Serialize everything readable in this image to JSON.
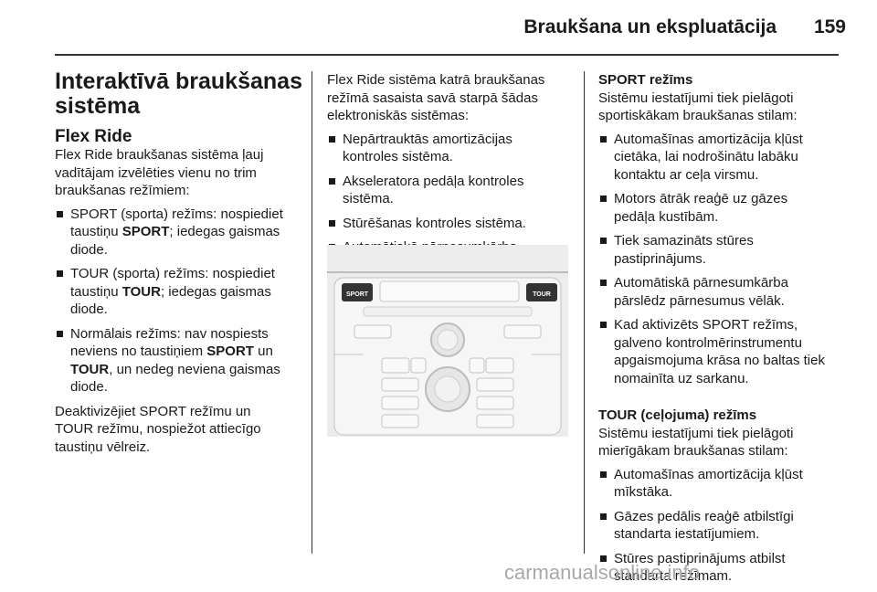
{
  "header": {
    "title": "Braukšana un ekspluatācija",
    "page_number": "159"
  },
  "col1": {
    "section_title_line1": "Interaktīvā braukšanas",
    "section_title_line2": "sistēma",
    "subtitle": "Flex Ride",
    "intro": [
      "Flex Ride braukšanas sistēma ļauj",
      "vadītājam izvēlēties vienu no trim",
      "braukšanas režīmiem:"
    ],
    "bullets": [
      {
        "l1_pre": "SPORT (sporta) režīms: nospiediet",
        "l2_pre": "taustiņu ",
        "l2_bold": "SPORT",
        "l2_post": "; iedegas gaismas",
        "l3": "diode."
      },
      {
        "l1_pre": "TOUR (sporta) režīms: nospiediet",
        "l2_pre": "taustiņu ",
        "l2_bold": "TOUR",
        "l2_post": "; iedegas gaismas",
        "l3": "diode."
      },
      {
        "l1_pre": "Normālais režīms: nav nospiests",
        "l2_pre": "neviens no taustiņiem ",
        "l2_bold": "SPORT",
        "l2_post": " un",
        "l3_bold": "TOUR",
        "l3_post": ", un nedeg neviena gaismas",
        "l4": "diode."
      }
    ],
    "outro": [
      "Deaktivizējiet SPORT režīmu un",
      "TOUR režīmu, nospiežot attiecīgo",
      "taustiņu vēlreiz."
    ]
  },
  "col2": {
    "intro": [
      "Flex Ride sistēma katrā braukšanas",
      "režīmā sasaista savā starpā šādas",
      "elektroniskās sistēmas:"
    ],
    "bullets": [
      [
        "Nepārtrauktās amortizācijas",
        "kontroles sistēma."
      ],
      [
        "Akseleratora pedāļa kontroles",
        "sistēma."
      ],
      [
        "Stūrēšanas kontroles sistēma."
      ],
      [
        "Automātiskā pārnesumkārba."
      ]
    ],
    "figure": {
      "button_sport": "SPORT",
      "button_tour": "TOUR",
      "background_color": "#ececec"
    }
  },
  "col3": {
    "sport_heading": "SPORT režīms",
    "sport_intro": [
      "Sistēmu iestatījumi tiek pielāgoti",
      "sportiskākam braukšanas stilam:"
    ],
    "sport_bullets": [
      [
        "Automašīnas amortizācija kļūst",
        "cietāka, lai nodrošinātu labāku",
        "kontaktu ar ceļa virsmu."
      ],
      [
        "Motors ātrāk reaģē uz gāzes",
        "pedāļa kustībām."
      ],
      [
        "Tiek samazināts stūres",
        "pastiprinājums."
      ],
      [
        "Automātiskā pārnesumkārba",
        "pārslēdz pārnesumus vēlāk."
      ],
      [
        "Kad aktivizēts SPORT režīms,",
        "galveno kontrolmērinstrumentu",
        "apgaismojuma krāsa no baltas tiek",
        "nomainīta uz sarkanu."
      ]
    ],
    "tour_heading": "TOUR (ceļojuma) režīms",
    "tour_intro": [
      "Sistēmu iestatījumi tiek pielāgoti",
      "mierīgākam braukšanas stilam:"
    ],
    "tour_bullets": [
      [
        "Automašīnas amortizācija kļūst",
        "mīkstāka."
      ],
      [
        "Gāzes pedālis reaģē atbilstīgi",
        "standarta iestatījumiem."
      ],
      [
        "Stūres pastiprinājums atbilst",
        "standarta režīmam."
      ]
    ]
  },
  "footer": {
    "watermark": "carmanualsonline.info"
  }
}
